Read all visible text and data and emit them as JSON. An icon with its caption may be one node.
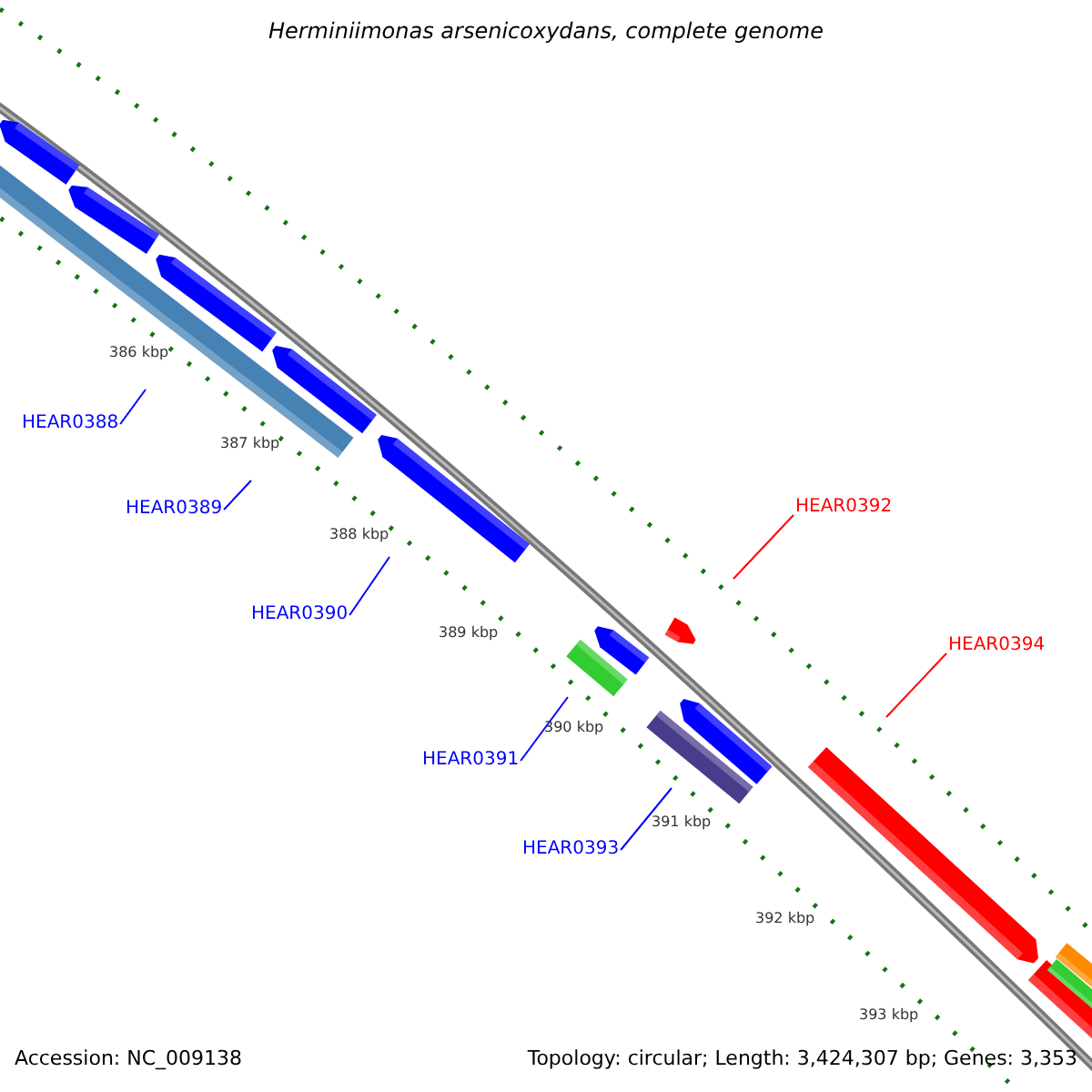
{
  "diagram": {
    "title": "Herminiimonas arsenicoxydans, complete genome",
    "nodes": [
      {
        "text": [
          "HEAR0388"
        ]
      },
      {
        "text": [
          "HEAR0389"
        ]
      },
      {
        "text": [
          "HEAR0390"
        ]
      },
      {
        "text": [
          "HEAR0391"
        ]
      },
      {
        "text": [
          "HEAR0393"
        ]
      },
      {
        "text": [
          "HEAR0392"
        ]
      },
      {
        "text": [
          "HEAR0394"
        ]
      }
    ],
    "edges": [
      {
        "from": 0,
        "to": null,
        "arrow": "none"
      },
      {
        "from": 1,
        "to": null,
        "arrow": "none"
      },
      {
        "from": 2,
        "to": null,
        "arrow": "none"
      },
      {
        "from": 3,
        "to": null,
        "arrow": "none"
      },
      {
        "from": 4,
        "to": null,
        "arrow": "none"
      },
      {
        "from": 5,
        "to": null,
        "arrow": "none",
        "color": "#ff0000"
      },
      {
        "from": 6,
        "to": null,
        "arrow": "none",
        "color": "#ff0000"
      }
    ],
    "labels": [
      "386 kbp",
      "387 kbp",
      "388 kbp",
      "389 kbp",
      "390 kbp",
      "391 kbp",
      "392 kbp",
      "393 kbp",
      "Accession: NC_009138",
      "Topology: circular; Length: 3,424,307 bp; Genes: 3,353"
    ]
  }
}
